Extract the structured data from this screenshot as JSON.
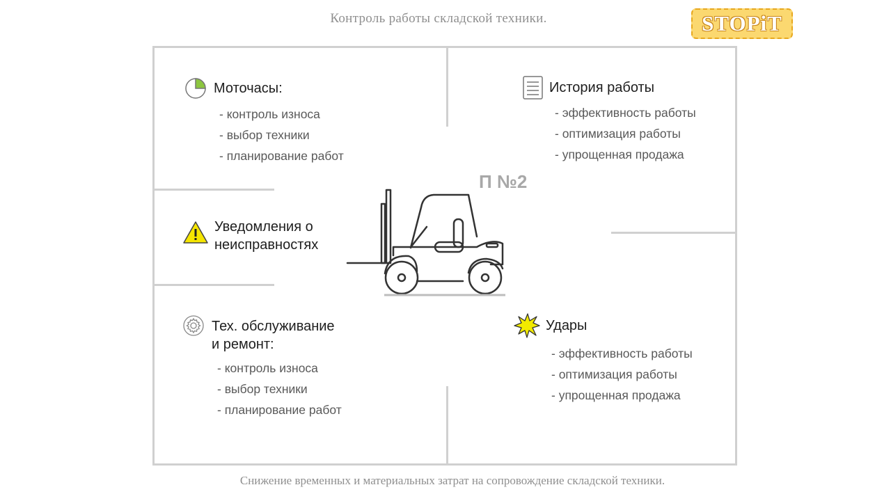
{
  "header": {
    "title": "Контроль работы складской  техники."
  },
  "logo": {
    "text": "STOPiT"
  },
  "center": {
    "label": "П №2"
  },
  "sections": {
    "motohours": {
      "title": "Моточасы:",
      "icon": "pie-chart-icon",
      "items": [
        "- контроль износа",
        "- выбор техники",
        "- планирование работ"
      ]
    },
    "history": {
      "title": "История работы",
      "icon": "document-icon",
      "items": [
        "- эффективность работы",
        "- оптимизация работы",
        "- упрощенная продажа"
      ]
    },
    "alerts": {
      "title_line1": "Уведомления о",
      "title_line2": "неисправностях",
      "icon": "warning-icon"
    },
    "maintenance": {
      "title_line1": "Тех. обслуживание",
      "title_line2": "и ремонт:",
      "icon": "gear-icon",
      "items": [
        "- контроль износа",
        "- выбор техники",
        "- планирование работ"
      ]
    },
    "impacts": {
      "title": "Удары",
      "icon": "impact-burst-icon",
      "items": [
        "- эффективность работы",
        "- оптимизация работы",
        "- упрощенная продажа"
      ]
    }
  },
  "footer": {
    "text": "Снижение временных и материальных затрат на сопровождение складской техники."
  },
  "colors": {
    "frame": "#d0d0d0",
    "pie_fill": "#8cc63f",
    "warning_fill": "#f5e500",
    "burst_fill": "#f2ea00",
    "logo_bg": "#fbd870",
    "logo_border": "#e8a81e"
  }
}
